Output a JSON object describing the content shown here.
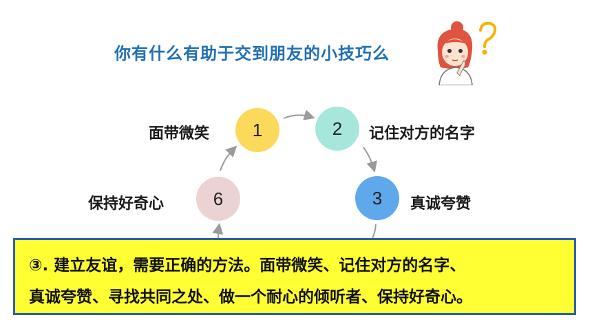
{
  "title": "你有什么有助于交到朋友的小技巧么",
  "steps": [
    {
      "number": "1",
      "label": "面带微笑",
      "color": "#fbd95a"
    },
    {
      "number": "2",
      "label": "记住对方的名字",
      "color": "#a7e6db"
    },
    {
      "number": "3",
      "label": "真诚夸赞",
      "color": "#5fa8ec"
    },
    {
      "number": "6",
      "label": "保持好奇心",
      "color": "#ecd3d3"
    }
  ],
  "summary": {
    "line1": "③. 建立友谊，需要正确的方法。面带微笑、记住对方的名字、",
    "line2": "真诚夸赞、寻找共同之处、做一个耐心的倾听者、保持好奇心。"
  },
  "icons": {
    "thinking_girl": "thinking-girl-icon"
  }
}
